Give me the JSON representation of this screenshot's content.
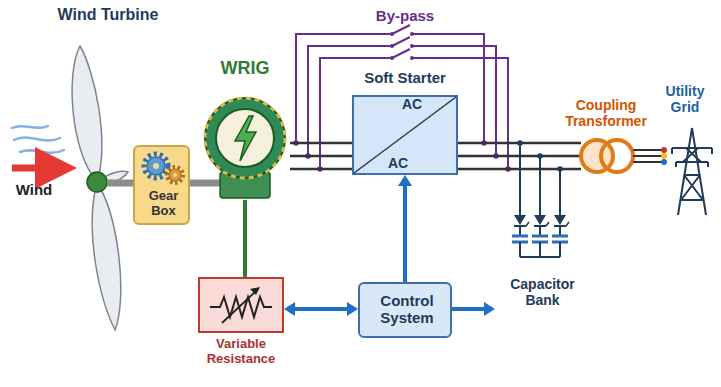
{
  "diagram": {
    "nodes": [
      {
        "text": [
          "Gear Box"
        ]
      },
      {
        "text": [
          "WRIG"
        ]
      },
      {
        "text": [
          "Soft Starter",
          "AC",
          "AC"
        ]
      },
      {
        "text": [
          "Variable Resistance"
        ]
      },
      {
        "text": [
          "Control System"
        ]
      },
      {
        "text": [
          "Capacitor Bank"
        ]
      }
    ],
    "edges": [
      {
        "from": 0,
        "to": 1,
        "arrow": "none"
      },
      {
        "from": 1,
        "to": 3,
        "arrow": "none"
      },
      {
        "from": 1,
        "to": 2,
        "arrow": "none"
      },
      {
        "from": 4,
        "to": 2,
        "arrow": "to"
      },
      {
        "from": 4,
        "to": 3,
        "arrow": "both"
      },
      {
        "from": 4,
        "to": 5,
        "arrow": "to"
      }
    ],
    "labels": [
      "Wind Turbine",
      "Wind",
      "By-pass",
      "Coupling Transformer",
      "Utility Grid"
    ]
  }
}
